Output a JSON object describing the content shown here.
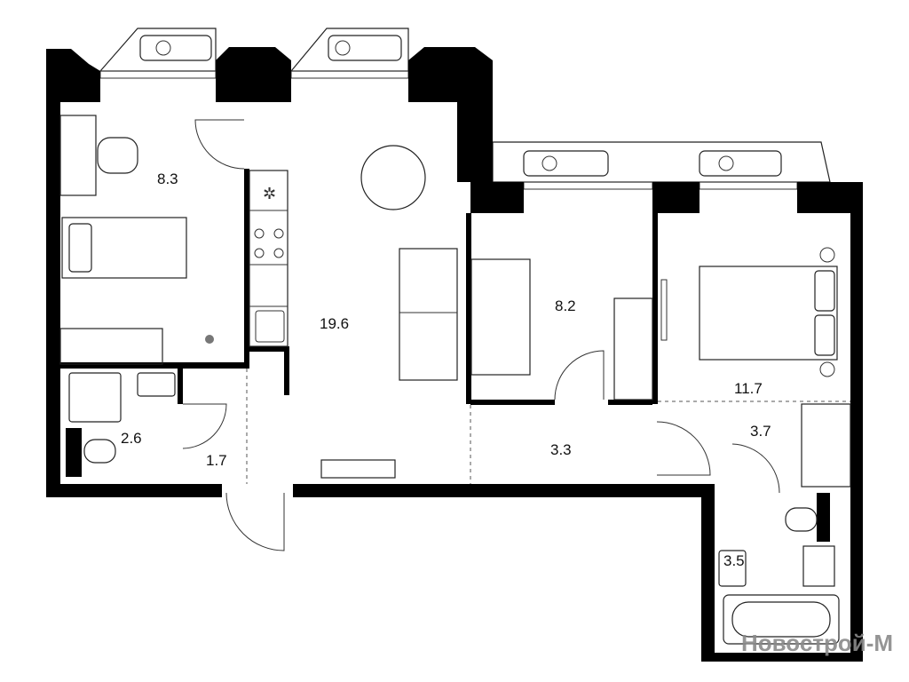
{
  "plan": {
    "rooms": [
      {
        "id": "bedroom-small",
        "area": "8.3"
      },
      {
        "id": "living-kitchen",
        "area": "19.6"
      },
      {
        "id": "kids-room",
        "area": "8.2"
      },
      {
        "id": "bedroom-master",
        "area": "11.7"
      },
      {
        "id": "bathroom-1",
        "area": "2.6"
      },
      {
        "id": "hall-entry",
        "area": "1.7"
      },
      {
        "id": "corridor",
        "area": "3.3"
      },
      {
        "id": "hall-bedroom",
        "area": "3.7"
      },
      {
        "id": "bathroom-2",
        "area": "3.5"
      }
    ]
  },
  "watermark": "Новострой-М"
}
